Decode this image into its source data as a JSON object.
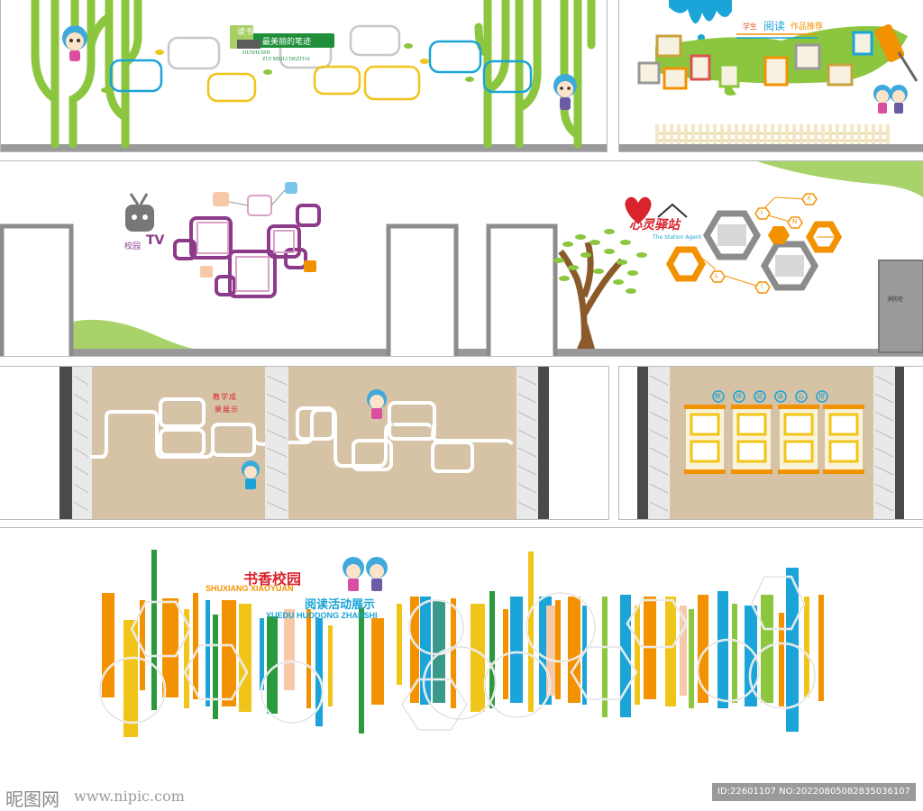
{
  "panel1": {
    "title_main": "最美丽的笔迹",
    "title_side": "读书",
    "pinyin_line1": "DUSHUSHI",
    "pinyin_line2": "ZUI MEILI DEZITAI"
  },
  "panel2": {
    "title_prefix": "学生",
    "title_main": "阅读",
    "title_suffix": "作品推荐"
  },
  "panel3": {
    "tv_label": "校园",
    "tv_letters": "TV",
    "station_title": "心灵驿站",
    "station_subtitle": "The Station Agent",
    "hex_letters": [
      "X",
      "N",
      "I",
      "L",
      "I"
    ],
    "door_label": "消防栓"
  },
  "panel4": {
    "title_line1": "教学成",
    "title_line2": "果展示"
  },
  "panel5": {
    "title_chars": [
      "教",
      "师",
      "阅",
      "读",
      "心",
      "得"
    ]
  },
  "panel6": {
    "title_cn": "书香校园",
    "title_pinyin": "SHUXIANG XIAOYUAN",
    "subtitle_cn": "阅读活动展示",
    "subtitle_pinyin": "YUEDU HUODONG ZHANSHI"
  },
  "watermark": {
    "logo_text": "昵图网",
    "url": "www.nipic.com",
    "id_text": "ID:22601107 NO:20220805082835036107"
  }
}
